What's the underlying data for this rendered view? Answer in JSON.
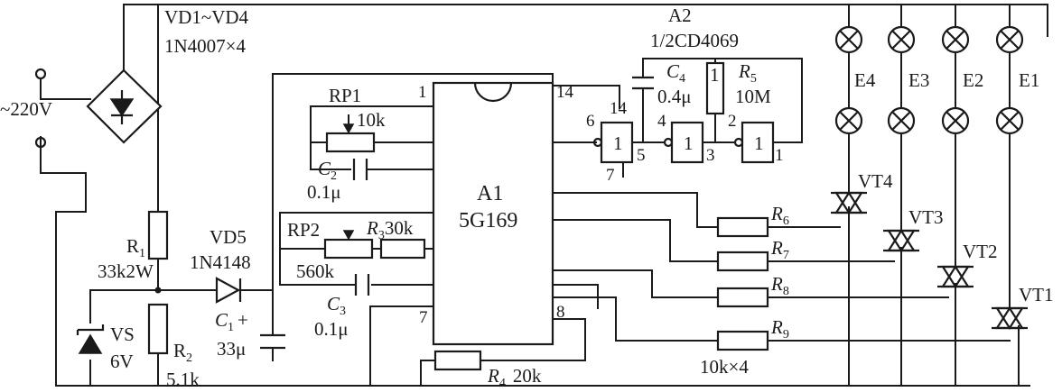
{
  "labels": {
    "vd_range": "VD1~VD4",
    "vd_part": "1N4007×4",
    "mains": "~220V",
    "a2": "A2",
    "a2_part": "1/2CD4069",
    "c4": "C",
    "c4_sub": "4",
    "c4_val": "0.4μ",
    "r5": "R",
    "r5_sub": "5",
    "r5_val": "10M",
    "rp1": "RP1",
    "rp1_val": "10k",
    "c2": "C",
    "c2_sub": "2",
    "c2_val": "0.1μ",
    "a1": "A1",
    "a1_part": "5G169",
    "rp2": "RP2",
    "r3": "R",
    "r3_sub": "3",
    "r3_val": "30k",
    "rp2_val": "560k",
    "c3": "C",
    "c3_sub": "3",
    "c3_val": "0.1μ",
    "r1": "R",
    "r1_sub": "1",
    "r1_val": "33k2W",
    "vd5": "VD5",
    "vd5_part": "1N4148",
    "c1": "C",
    "c1_sub": "1",
    "c1_plus": "+",
    "c1_val": "33μ",
    "vs": "VS",
    "vs_val": "6V",
    "r2": "R",
    "r2_sub": "2",
    "r2_val": "5.1k",
    "r4": "R",
    "r4_sub": "4",
    "r4_val": "20k",
    "r6": "R",
    "r6_sub": "6",
    "r7": "R",
    "r7_sub": "7",
    "r8": "R",
    "r8_sub": "8",
    "r9": "R",
    "r9_sub": "9",
    "r_array": "10k×4",
    "e4": "E4",
    "e3": "E3",
    "e2": "E2",
    "e1": "E1",
    "vt4": "VT4",
    "vt3": "VT3",
    "vt2": "VT2",
    "vt1": "VT1",
    "gate_one": "1"
  },
  "pins": {
    "a1_p1": "1",
    "a1_p14": "14",
    "a1_p7": "7",
    "a1_p8": "8",
    "g1_in": "6",
    "g1_vdd": "14",
    "g1_out": "5",
    "g1_vss": "7",
    "g2_in": "4",
    "g2_out": "3",
    "g3_in": "2",
    "g3_out": "1"
  }
}
